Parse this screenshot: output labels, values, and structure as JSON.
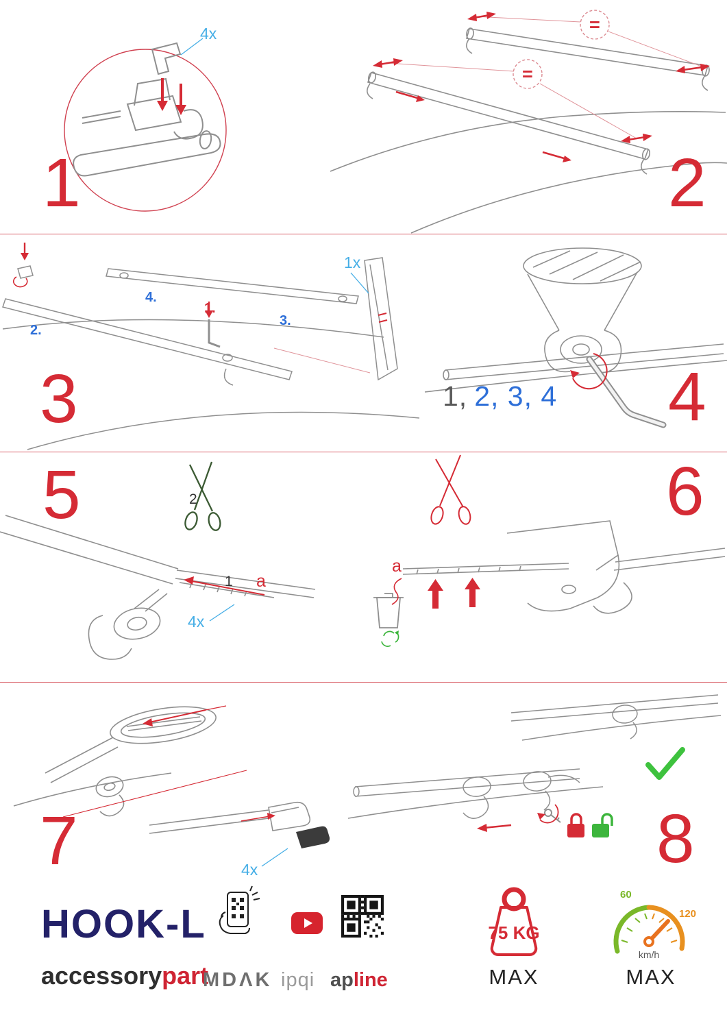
{
  "steps": {
    "s1": {
      "num": "1",
      "qty": "4x"
    },
    "s2": {
      "num": "2",
      "eq1": "=",
      "eq2": "="
    },
    "s3": {
      "num": "3",
      "qty": "1x",
      "sub1": "1.",
      "sub2": "2.",
      "sub3": "3.",
      "sub4": "4."
    },
    "s4": {
      "num": "4",
      "seq_first": "1,",
      "seq_rest": "2, 3, 4"
    },
    "s5": {
      "num": "5",
      "qty": "4x",
      "cut_label": "2",
      "pull_label": "1",
      "part_label": "a"
    },
    "s6": {
      "num": "6",
      "part_label": "a"
    },
    "s7": {
      "num": "7",
      "qty": "4x"
    },
    "s8": {
      "num": "8"
    }
  },
  "footer": {
    "product_name": "HOOK-L",
    "brand_prefix": "accessory",
    "brand_suffix": "part",
    "logo_mdak": "MDΛK",
    "logo_ipqi": "ipqi",
    "logo_apline_prefix": "ap",
    "logo_apline_suffix": "line",
    "weight_value": "75 KG",
    "weight_max_label": "MAX",
    "speed_low": "60",
    "speed_high": "120",
    "speed_unit": "km/h",
    "speed_max_label": "MAX"
  },
  "colors": {
    "accent_red": "#d52b35",
    "accent_blue": "#2e6fd8",
    "accent_lightblue": "#45aee6",
    "accent_green": "#3cb53c",
    "brand_navy": "#232168"
  }
}
